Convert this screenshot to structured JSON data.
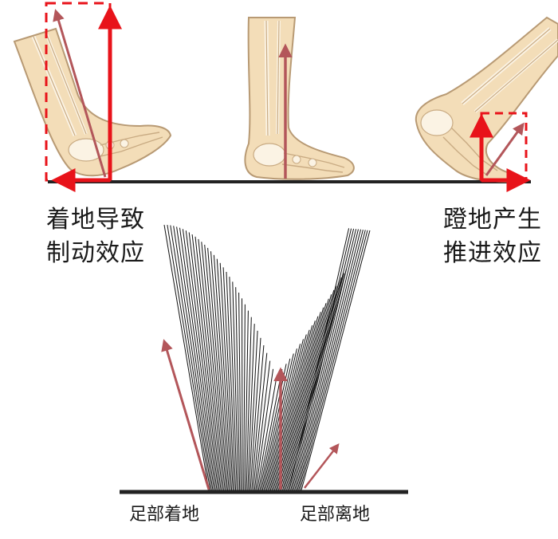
{
  "labels": {
    "landing_braking": [
      "着地导致",
      "制动效应"
    ],
    "pushoff_propulsion": [
      "蹬地产生",
      "推进效应"
    ],
    "foot_strike": "足部着地",
    "foot_off": "足部离地"
  },
  "colors": {
    "force_red": "#e8131a",
    "resultant_arrow": "#b3565a",
    "skin": "#f3ddb8",
    "skin_outline": "#b89a74",
    "bone": "#fbf3e4",
    "ground": "#222222",
    "fan_lines": "#111111"
  },
  "icons": [
    "foot-landing-illustration",
    "foot-midstance-illustration",
    "foot-pushoff-illustration"
  ]
}
